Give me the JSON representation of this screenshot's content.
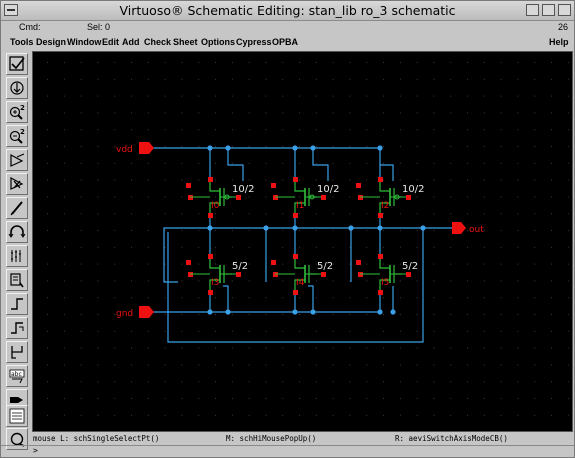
{
  "window": {
    "title": "Virtuoso® Schematic Editing: stan_lib ro_3 schematic",
    "cmd_label": "Cmd:",
    "sel_label": "Sel: 0",
    "number": "26"
  },
  "menubar": {
    "items": [
      "Tools",
      "Design",
      "Window",
      "Edit",
      "Add",
      "Check",
      "Sheet",
      "Options",
      "Cypress",
      "OPBA"
    ],
    "help": "Help"
  },
  "toolbar": {
    "icons": [
      "check-icon",
      "save-icon",
      "zoom-in-icon",
      "zoom-out-icon",
      "stretch-icon",
      "copy-icon",
      "delete-icon",
      "undo-icon",
      "property-icon",
      "instance-icon",
      "wire-icon",
      "wire-name-icon",
      "pin-icon",
      "label-icon",
      "pin-arrow-icon",
      "schematic-icon",
      "repeat-icon"
    ],
    "zoom_badge": "2"
  },
  "schematic": {
    "pins": {
      "vdd": "vdd",
      "gnd": "gnd",
      "out": "out"
    },
    "pmos": [
      {
        "inst": "I0",
        "size": "10/2"
      },
      {
        "inst": "I1",
        "size": "10/2"
      },
      {
        "inst": "I2",
        "size": "10/2"
      }
    ],
    "nmos": [
      {
        "inst": "I3",
        "size": "5/2"
      },
      {
        "inst": "I4",
        "size": "5/2"
      },
      {
        "inst": "I5",
        "size": "5/2"
      }
    ],
    "colors": {
      "wire": "#3aa0e8",
      "pin": "#ee1111",
      "device": "#2fbf3a",
      "text": "#e8e8e8",
      "canvas": "#000000"
    }
  },
  "statusbar": {
    "mouse_l": "mouse L: schSingleSelectPt()",
    "mouse_m": "M: schHiMousePopUp()",
    "mouse_r": "R: aeviSwitchAxisModeCB()",
    "prompt": ">"
  }
}
